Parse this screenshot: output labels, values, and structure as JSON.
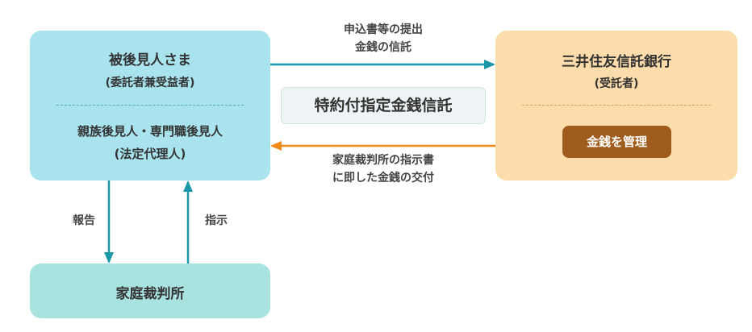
{
  "ward": {
    "name": "被後見人さま",
    "role": "(委託者兼受益者)",
    "guardian": "親族後見人・専門職後見人",
    "guardian_role": "(法定代理人)"
  },
  "court": {
    "name": "家庭裁判所"
  },
  "bank": {
    "name": "三井住友信託銀行",
    "role": "(受託者)",
    "manage_label": "金銭を管理"
  },
  "trust_label": "特約付指定金銭信託",
  "arrows": {
    "to_bank_line1": "申込書等の提出",
    "to_bank_line2": "金銭の信託",
    "to_ward_line1": "家庭裁判所の指示書",
    "to_ward_line2": "に即した金銭の交付",
    "report": "報告",
    "instruction": "指示"
  },
  "colors": {
    "teal_arrow": "#1a98a8",
    "orange_arrow": "#f08a1c",
    "ward_box": "#a8e3ee",
    "court_box": "#a8e3e0",
    "bank_box": "#fcdcaa",
    "manage_button": "#a05c1d"
  }
}
